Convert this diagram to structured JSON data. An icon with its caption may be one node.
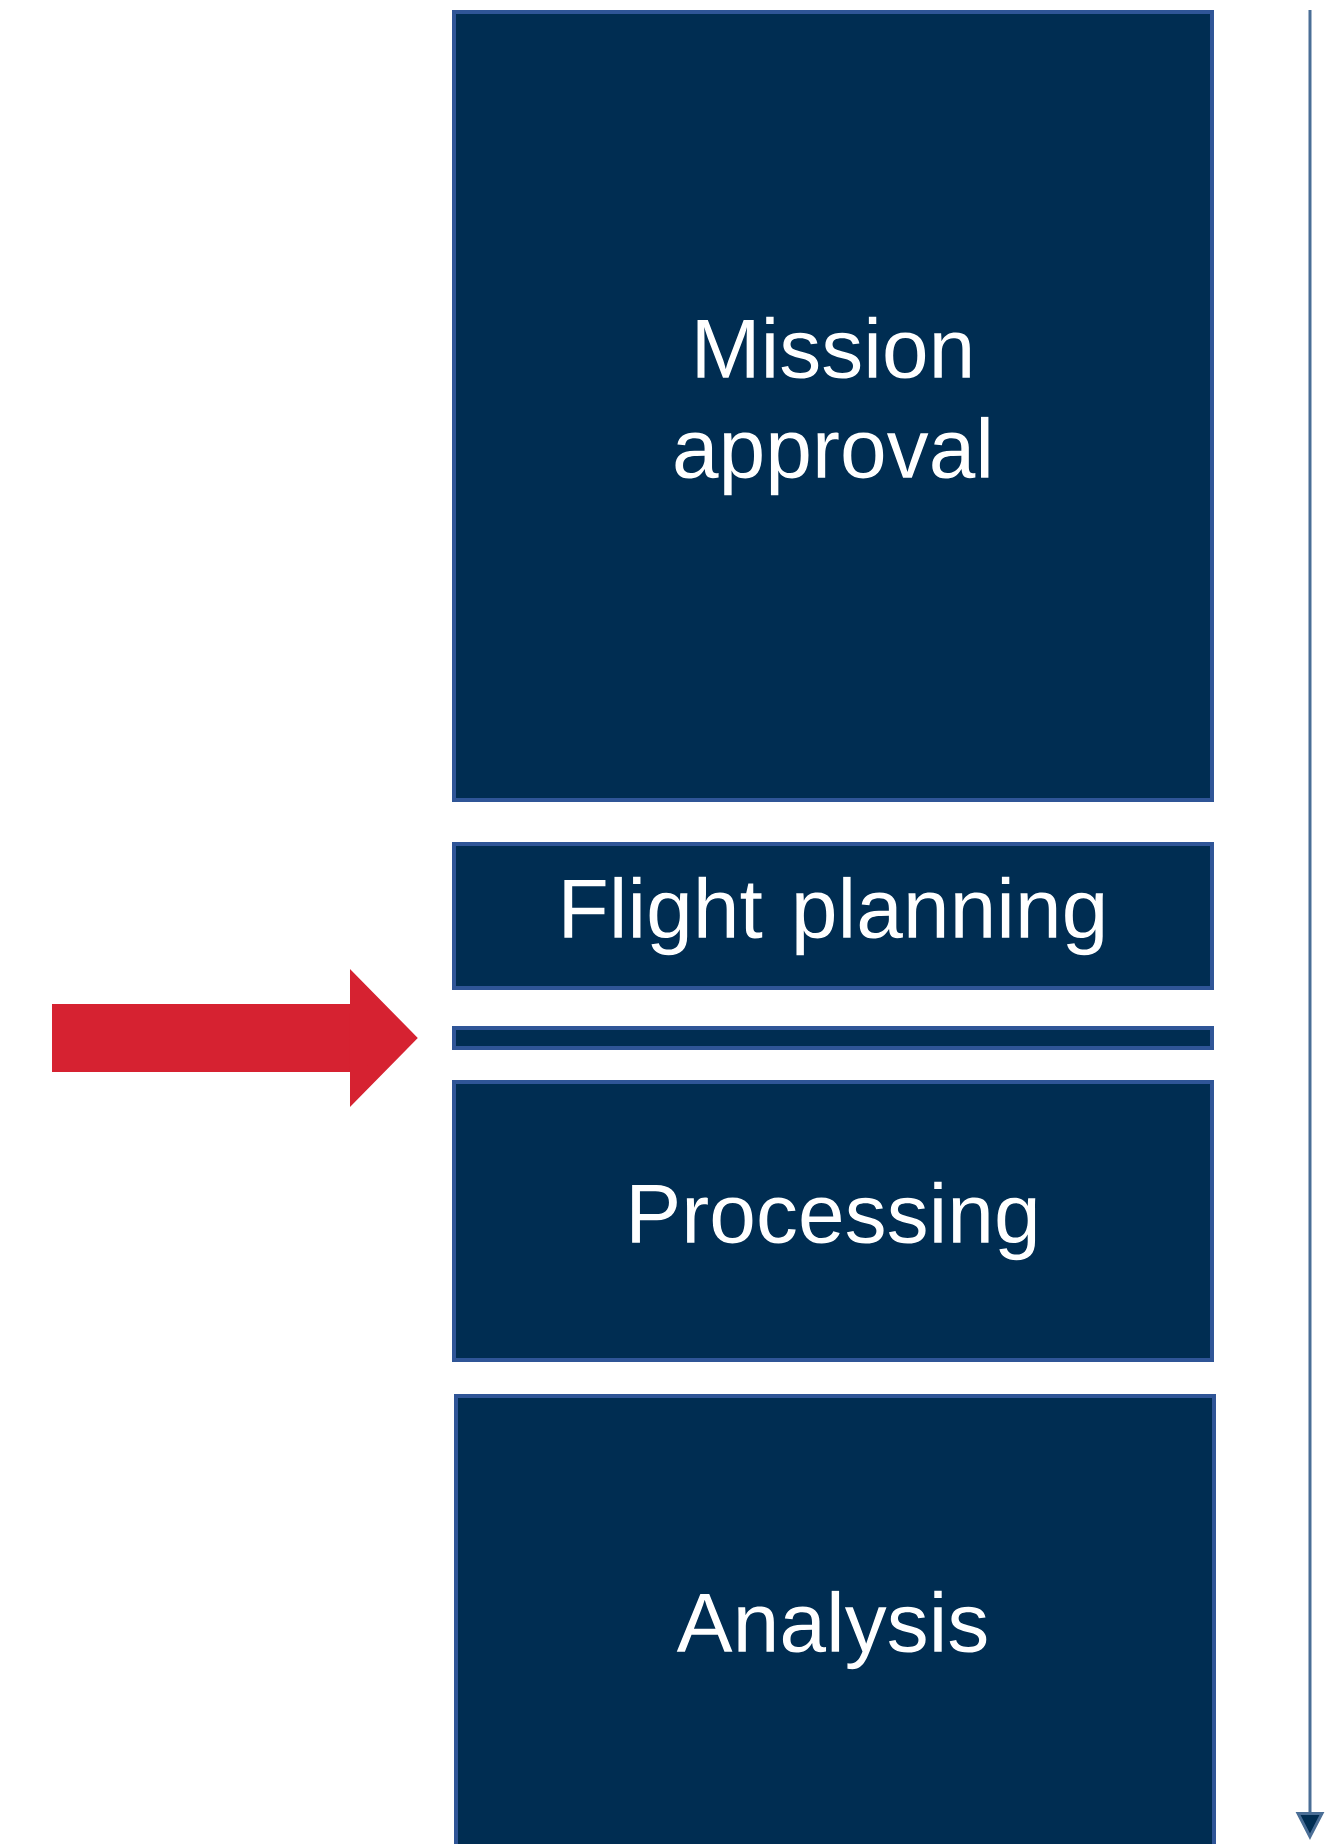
{
  "diagram": {
    "nodes": [
      {
        "text": [
          "Mission approval"
        ]
      },
      {
        "text": [
          "Flight planning"
        ]
      },
      {
        "text": [],
        "shape": "bar"
      },
      {
        "text": [
          "Processing"
        ]
      },
      {
        "text": [
          "Analysis"
        ]
      }
    ],
    "edges": [
      {
        "from": null,
        "to": 2,
        "arrow": "to",
        "color": "#d62231"
      }
    ]
  }
}
